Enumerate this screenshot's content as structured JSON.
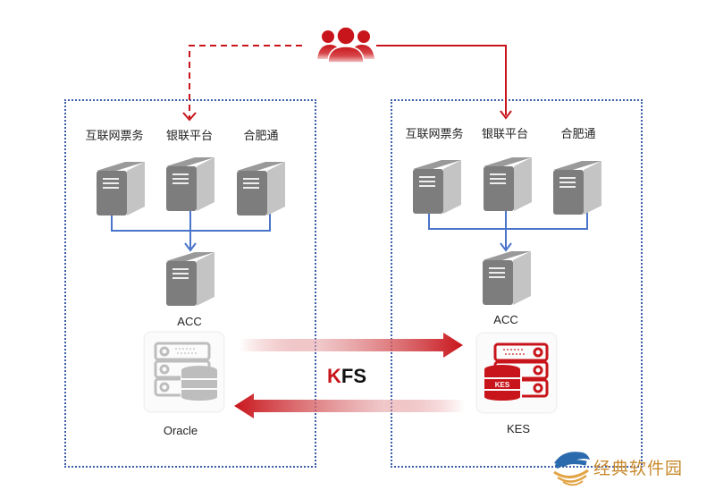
{
  "users": {
    "icon": "users-group-icon"
  },
  "left_site": {
    "systems": [
      "互联网票务",
      "银联平台",
      "合肥通"
    ],
    "gateway": "ACC",
    "database": "Oracle",
    "entry_line_style": "dashed"
  },
  "right_site": {
    "systems": [
      "互联网票务",
      "银联平台",
      "合肥通"
    ],
    "gateway": "ACC",
    "database": "KES",
    "database_badge": "KES",
    "entry_line_style": "solid"
  },
  "sync": {
    "label_first": "K",
    "label_rest": "FS"
  },
  "watermark": {
    "text": "经典软件园"
  },
  "colors": {
    "accent_red": "#c8151b",
    "box_border": "#3a5ea8",
    "link_blue": "#4a74c9",
    "server_dark": "#7d7d7d",
    "server_light": "#c4c4c4",
    "db_gray": "#bdbdbd",
    "watermark_gold": "#c88a2e",
    "watermark_blue": "#2a6aad"
  }
}
